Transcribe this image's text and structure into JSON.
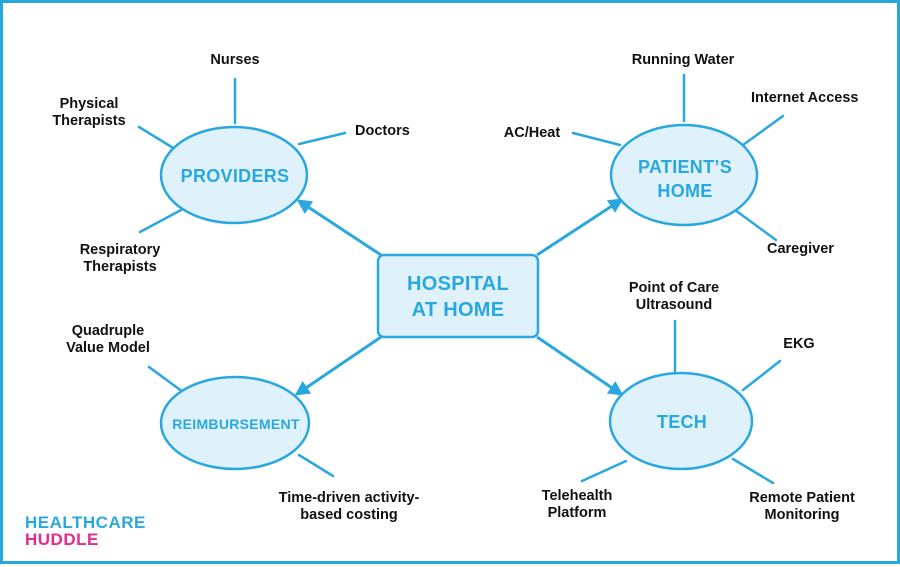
{
  "colors": {
    "accent": "#29a8e0",
    "fill": "#dff1fb",
    "text": "#111111",
    "brand_pink": "#e5298f"
  },
  "center": {
    "lines": [
      "HOSPITAL",
      "AT HOME"
    ]
  },
  "nodes": {
    "providers": {
      "label": "PROVIDERS",
      "branches": {
        "nurses": "Nurses",
        "physical_therapists": [
          "Physical",
          "Therapists"
        ],
        "doctors": "Doctors",
        "respiratory_therapists": [
          "Respiratory",
          "Therapists"
        ]
      }
    },
    "patients_home": {
      "lines": [
        "PATIENT’S",
        "HOME"
      ],
      "branches": {
        "running_water": "Running Water",
        "internet_access": "Internet Access",
        "ac_heat": "AC/Heat",
        "caregiver": "Caregiver"
      }
    },
    "reimbursement": {
      "label": "REIMBURSEMENT",
      "branches": {
        "quadruple_value_model": [
          "Quadruple",
          "Value Model"
        ],
        "tdabc": [
          "Time-driven activity-",
          "based costing"
        ]
      }
    },
    "tech": {
      "label": "TECH",
      "branches": {
        "pocus": [
          "Point of Care",
          "Ultrasound"
        ],
        "ekg": "EKG",
        "telehealth": [
          "Telehealth",
          "Platform"
        ],
        "rpm": [
          "Remote Patient",
          "Monitoring"
        ]
      }
    }
  },
  "brand": {
    "line1": "HEALTHCARE",
    "line2": "HUDDLE"
  }
}
